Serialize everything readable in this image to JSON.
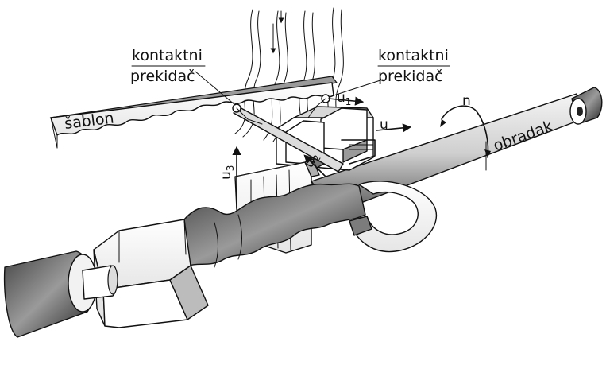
{
  "labels": {
    "contact_switch_left_line1": "kontaktni",
    "contact_switch_left_line2": "prekidač",
    "contact_switch_right_line1": "kontaktni",
    "contact_switch_right_line2": "prekidač",
    "template": "šablon",
    "workpiece": "obradak",
    "rotation": "n",
    "feed": "u",
    "feed_u1_base": "u",
    "feed_u1_sub": "1",
    "feed_u2_base": "u",
    "feed_u2_sub": "2",
    "feed_u3_base": "u",
    "feed_u3_sub": "3"
  },
  "colors": {
    "ink": "#111111",
    "shade_dark": "#2a2a2a",
    "shade_mid": "#6e6e6e",
    "shade_light": "#bdbdbd",
    "paper": "#ffffff"
  }
}
